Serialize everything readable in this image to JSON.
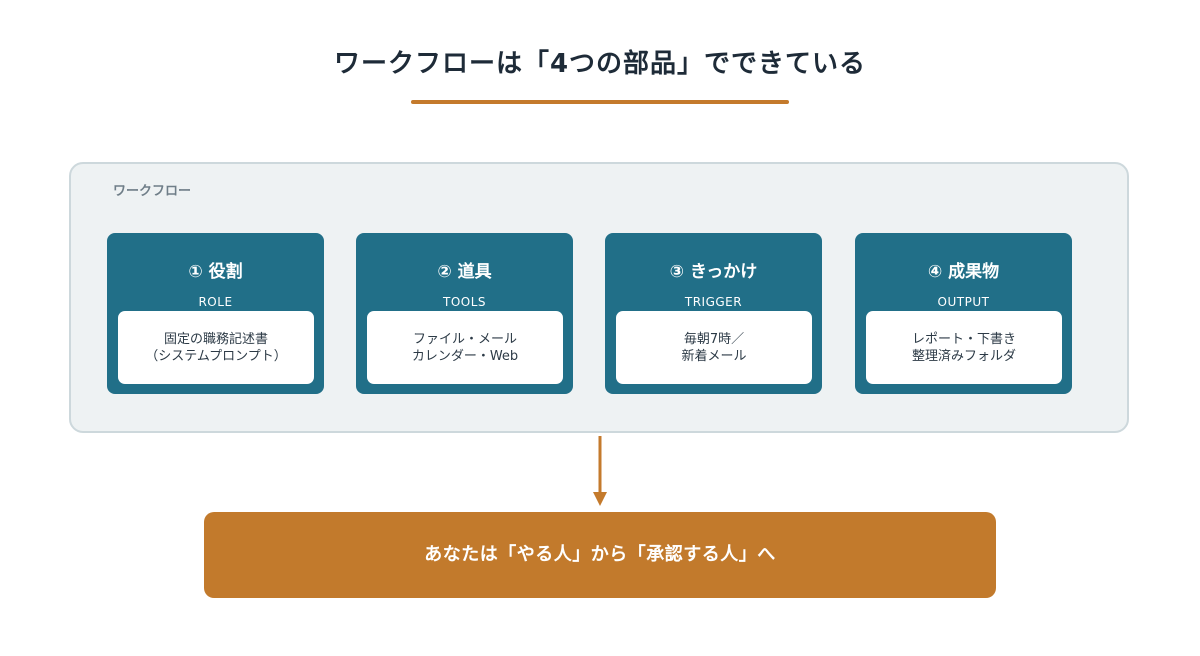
{
  "title": "ワークフローは「4つの部品」でできている",
  "frame": {
    "label": "ワークフロー"
  },
  "cards": [
    {
      "title": "① 役割",
      "subtitle": "ROLE",
      "lines": [
        "固定の職務記述書",
        "（システムプロンプト）"
      ]
    },
    {
      "title": "② 道具",
      "subtitle": "TOOLS",
      "lines": [
        "ファイル・メール",
        "カレンダー・Web"
      ]
    },
    {
      "title": "③ きっかけ",
      "subtitle": "TRIGGER",
      "lines": [
        "毎朝7時／",
        "新着メール"
      ]
    },
    {
      "title": "④ 成果物",
      "subtitle": "OUTPUT",
      "lines": [
        "レポート・下書き",
        "整理済みフォルダ"
      ]
    }
  ],
  "banner": {
    "text": "あなたは「やる人」から「承認する人」へ"
  },
  "colors": {
    "accent": "#c47a2c",
    "card": "#216f88",
    "frame_bg": "#eef2f3",
    "frame_border": "#cdd8dc",
    "title": "#1e2b38"
  }
}
